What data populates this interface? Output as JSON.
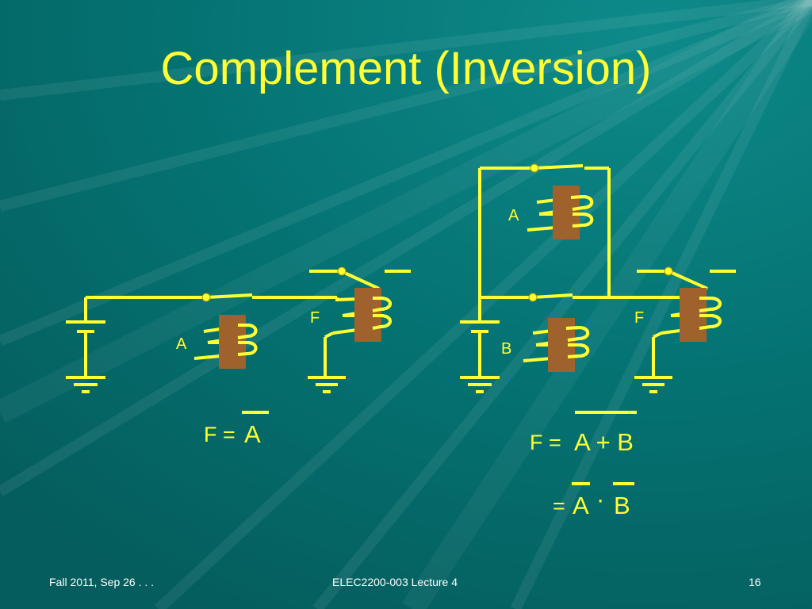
{
  "slide": {
    "title": "Complement (Inversion)",
    "colors": {
      "background": "#006b6b",
      "wire": "#ffff33",
      "coil": "#a0622d",
      "text": "#ffff33"
    }
  },
  "circuit_left": {
    "relay_input_label": "A",
    "relay_output_label": "F"
  },
  "circuit_right": {
    "relay_top_label": "A",
    "relay_bottom_label": "B",
    "relay_output_label": "F"
  },
  "equations": {
    "left": {
      "prefix": "F = ",
      "operand": "A"
    },
    "right_line1": {
      "prefix": "F = ",
      "expr": "A + B"
    },
    "right_line2": {
      "prefix": "= ",
      "a": "A",
      "dot": "·",
      "b": "B"
    }
  },
  "footer": {
    "left": "Fall 2011, Sep 26 . . .",
    "center": "ELEC2200-003 Lecture 4",
    "right": "16"
  }
}
